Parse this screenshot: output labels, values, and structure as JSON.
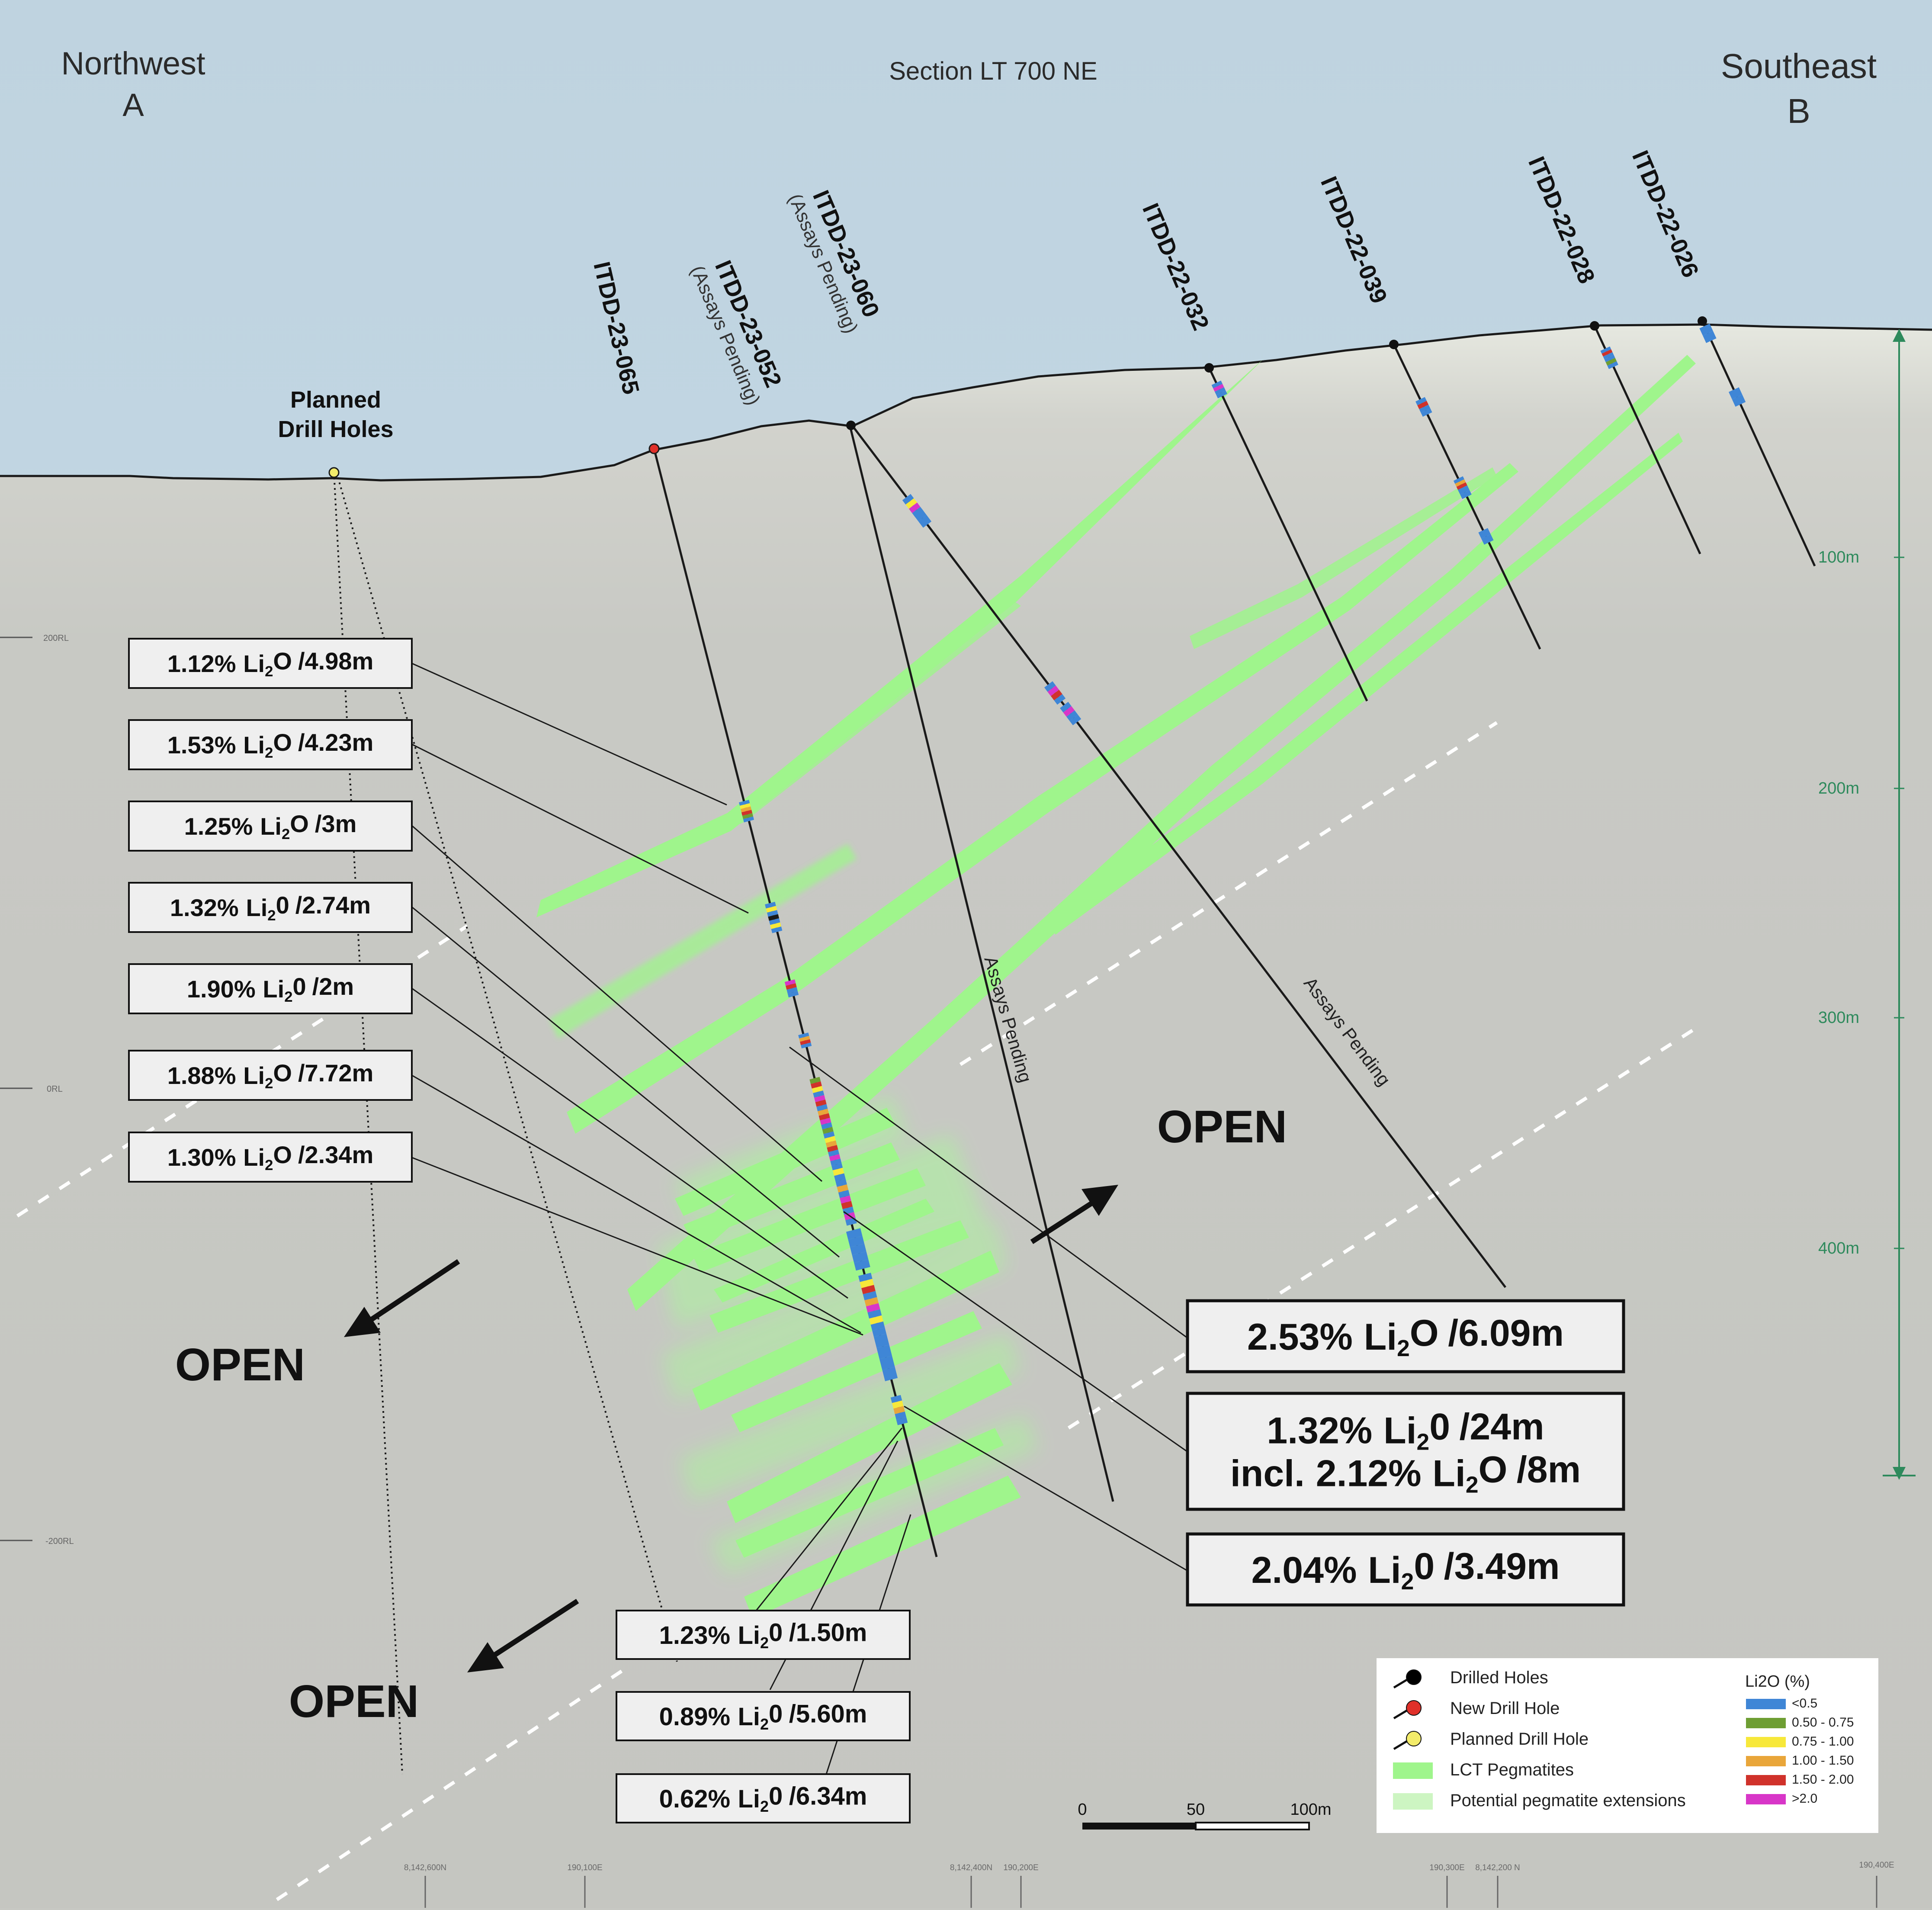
{
  "header": {
    "left_direction": "Northwest",
    "left_letter": "A",
    "section_title": "Section LT 700 NE",
    "right_direction": "Southeast",
    "right_letter": "B"
  },
  "planned": {
    "line1": "Planned",
    "line2": "Drill Holes"
  },
  "holes": [
    {
      "name": "ITDD-23-065",
      "note": "",
      "type": "new"
    },
    {
      "name": "ITDD-23-052",
      "note": "(Assays Pending)",
      "type": "drilled"
    },
    {
      "name": "ITDD-23-060",
      "note": "(Assays Pending)",
      "type": "drilled"
    },
    {
      "name": "ITDD-22-032",
      "note": "",
      "type": "drilled"
    },
    {
      "name": "ITDD-22-039",
      "note": "",
      "type": "drilled"
    },
    {
      "name": "ITDD-22-028",
      "note": "",
      "type": "drilled"
    },
    {
      "name": "ITDD-22-026",
      "note": "",
      "type": "drilled"
    }
  ],
  "assays_pending_label": "Assays Pending",
  "open_label": "OPEN",
  "intercepts_left": [
    {
      "grade": "1.12%",
      "element": "Li",
      "sub": "2",
      "oxide": "O",
      "length": "/4.98m"
    },
    {
      "grade": "1.53%",
      "element": "Li",
      "sub": "2",
      "oxide": "O",
      "length": "/4.23m"
    },
    {
      "grade": "1.25%",
      "element": "Li",
      "sub": "2",
      "oxide": "O",
      "length": "/3m"
    },
    {
      "grade": "1.32%",
      "element": "Li",
      "sub": "2",
      "oxide": "0",
      "length": "/2.74m"
    },
    {
      "grade": "1.90%",
      "element": "Li",
      "sub": "2",
      "oxide": "0",
      "length": "/2m"
    },
    {
      "grade": "1.88%",
      "element": "Li",
      "sub": "2",
      "oxide": "O",
      "length": "/7.72m"
    },
    {
      "grade": "1.30%",
      "element": "Li",
      "sub": "2",
      "oxide": "O",
      "length": "/2.34m"
    }
  ],
  "intercepts_right": [
    {
      "line1": {
        "grade": "2.53%",
        "element": "Li",
        "sub": "2",
        "oxide": "O",
        "length": "/6.09m"
      }
    },
    {
      "line1": {
        "grade": "1.32%",
        "element": "Li",
        "sub": "2",
        "oxide": "0",
        "length": "/24m"
      },
      "line2": {
        "prefix": "incl.",
        "grade": "2.12%",
        "element": "Li",
        "sub": "2",
        "oxide": "O",
        "length": "/8m"
      }
    },
    {
      "line1": {
        "grade": "2.04%",
        "element": "Li",
        "sub": "2",
        "oxide": "0",
        "length": "/3.49m"
      }
    }
  ],
  "intercepts_bottom": [
    {
      "grade": "1.23%",
      "element": "Li",
      "sub": "2",
      "oxide": "0",
      "length": "/1.50m"
    },
    {
      "grade": "0.89%",
      "element": "Li",
      "sub": "2",
      "oxide": "0",
      "length": "/5.60m"
    },
    {
      "grade": "0.62%",
      "element": "Li",
      "sub": "2",
      "oxide": "0",
      "length": "/6.34m"
    }
  ],
  "depth_scale": [
    "100m",
    "200m",
    "300m",
    "400m"
  ],
  "rl_labels": [
    "200RL",
    "0RL",
    "-200RL"
  ],
  "scale_bar": [
    "0",
    "50",
    "100m"
  ],
  "grid_labels": [
    "8,142,600N",
    "190,100E",
    "8,142,400N",
    "190,200E",
    "190,300E",
    "8,142,200 N",
    "190,400E"
  ],
  "legend": {
    "symbols": [
      {
        "label": "Drilled Holes",
        "color": "#000000"
      },
      {
        "label": "New Drill Hole",
        "color": "#e0302a"
      },
      {
        "label": "Planned Drill Hole",
        "color": "#f3ec6a"
      },
      {
        "label": "LCT Pegmatites",
        "color": "#9ff58c"
      },
      {
        "label": "Potential pegmatite extensions",
        "color": "#cdf5c2"
      }
    ],
    "li2o_title": "Li2O (%)",
    "li2o_classes": [
      {
        "label": "<0.5",
        "color": "#3f86d6"
      },
      {
        "label": "0.50 - 0.75",
        "color": "#6e9e33"
      },
      {
        "label": "0.75 - 1.00",
        "color": "#f7e83a"
      },
      {
        "label": "1.00 - 1.50",
        "color": "#e9a63a"
      },
      {
        "label": "1.50 - 2.00",
        "color": "#d0322b"
      },
      {
        "label": ">2.0",
        "color": "#d836c8"
      }
    ]
  },
  "colors": {
    "sky": "#bdd3e0",
    "ground": "#c7c8c3",
    "pegmatite": "#9ff58c",
    "extension": "#cdf5c2",
    "depth_axis": "#2e8a5c"
  }
}
